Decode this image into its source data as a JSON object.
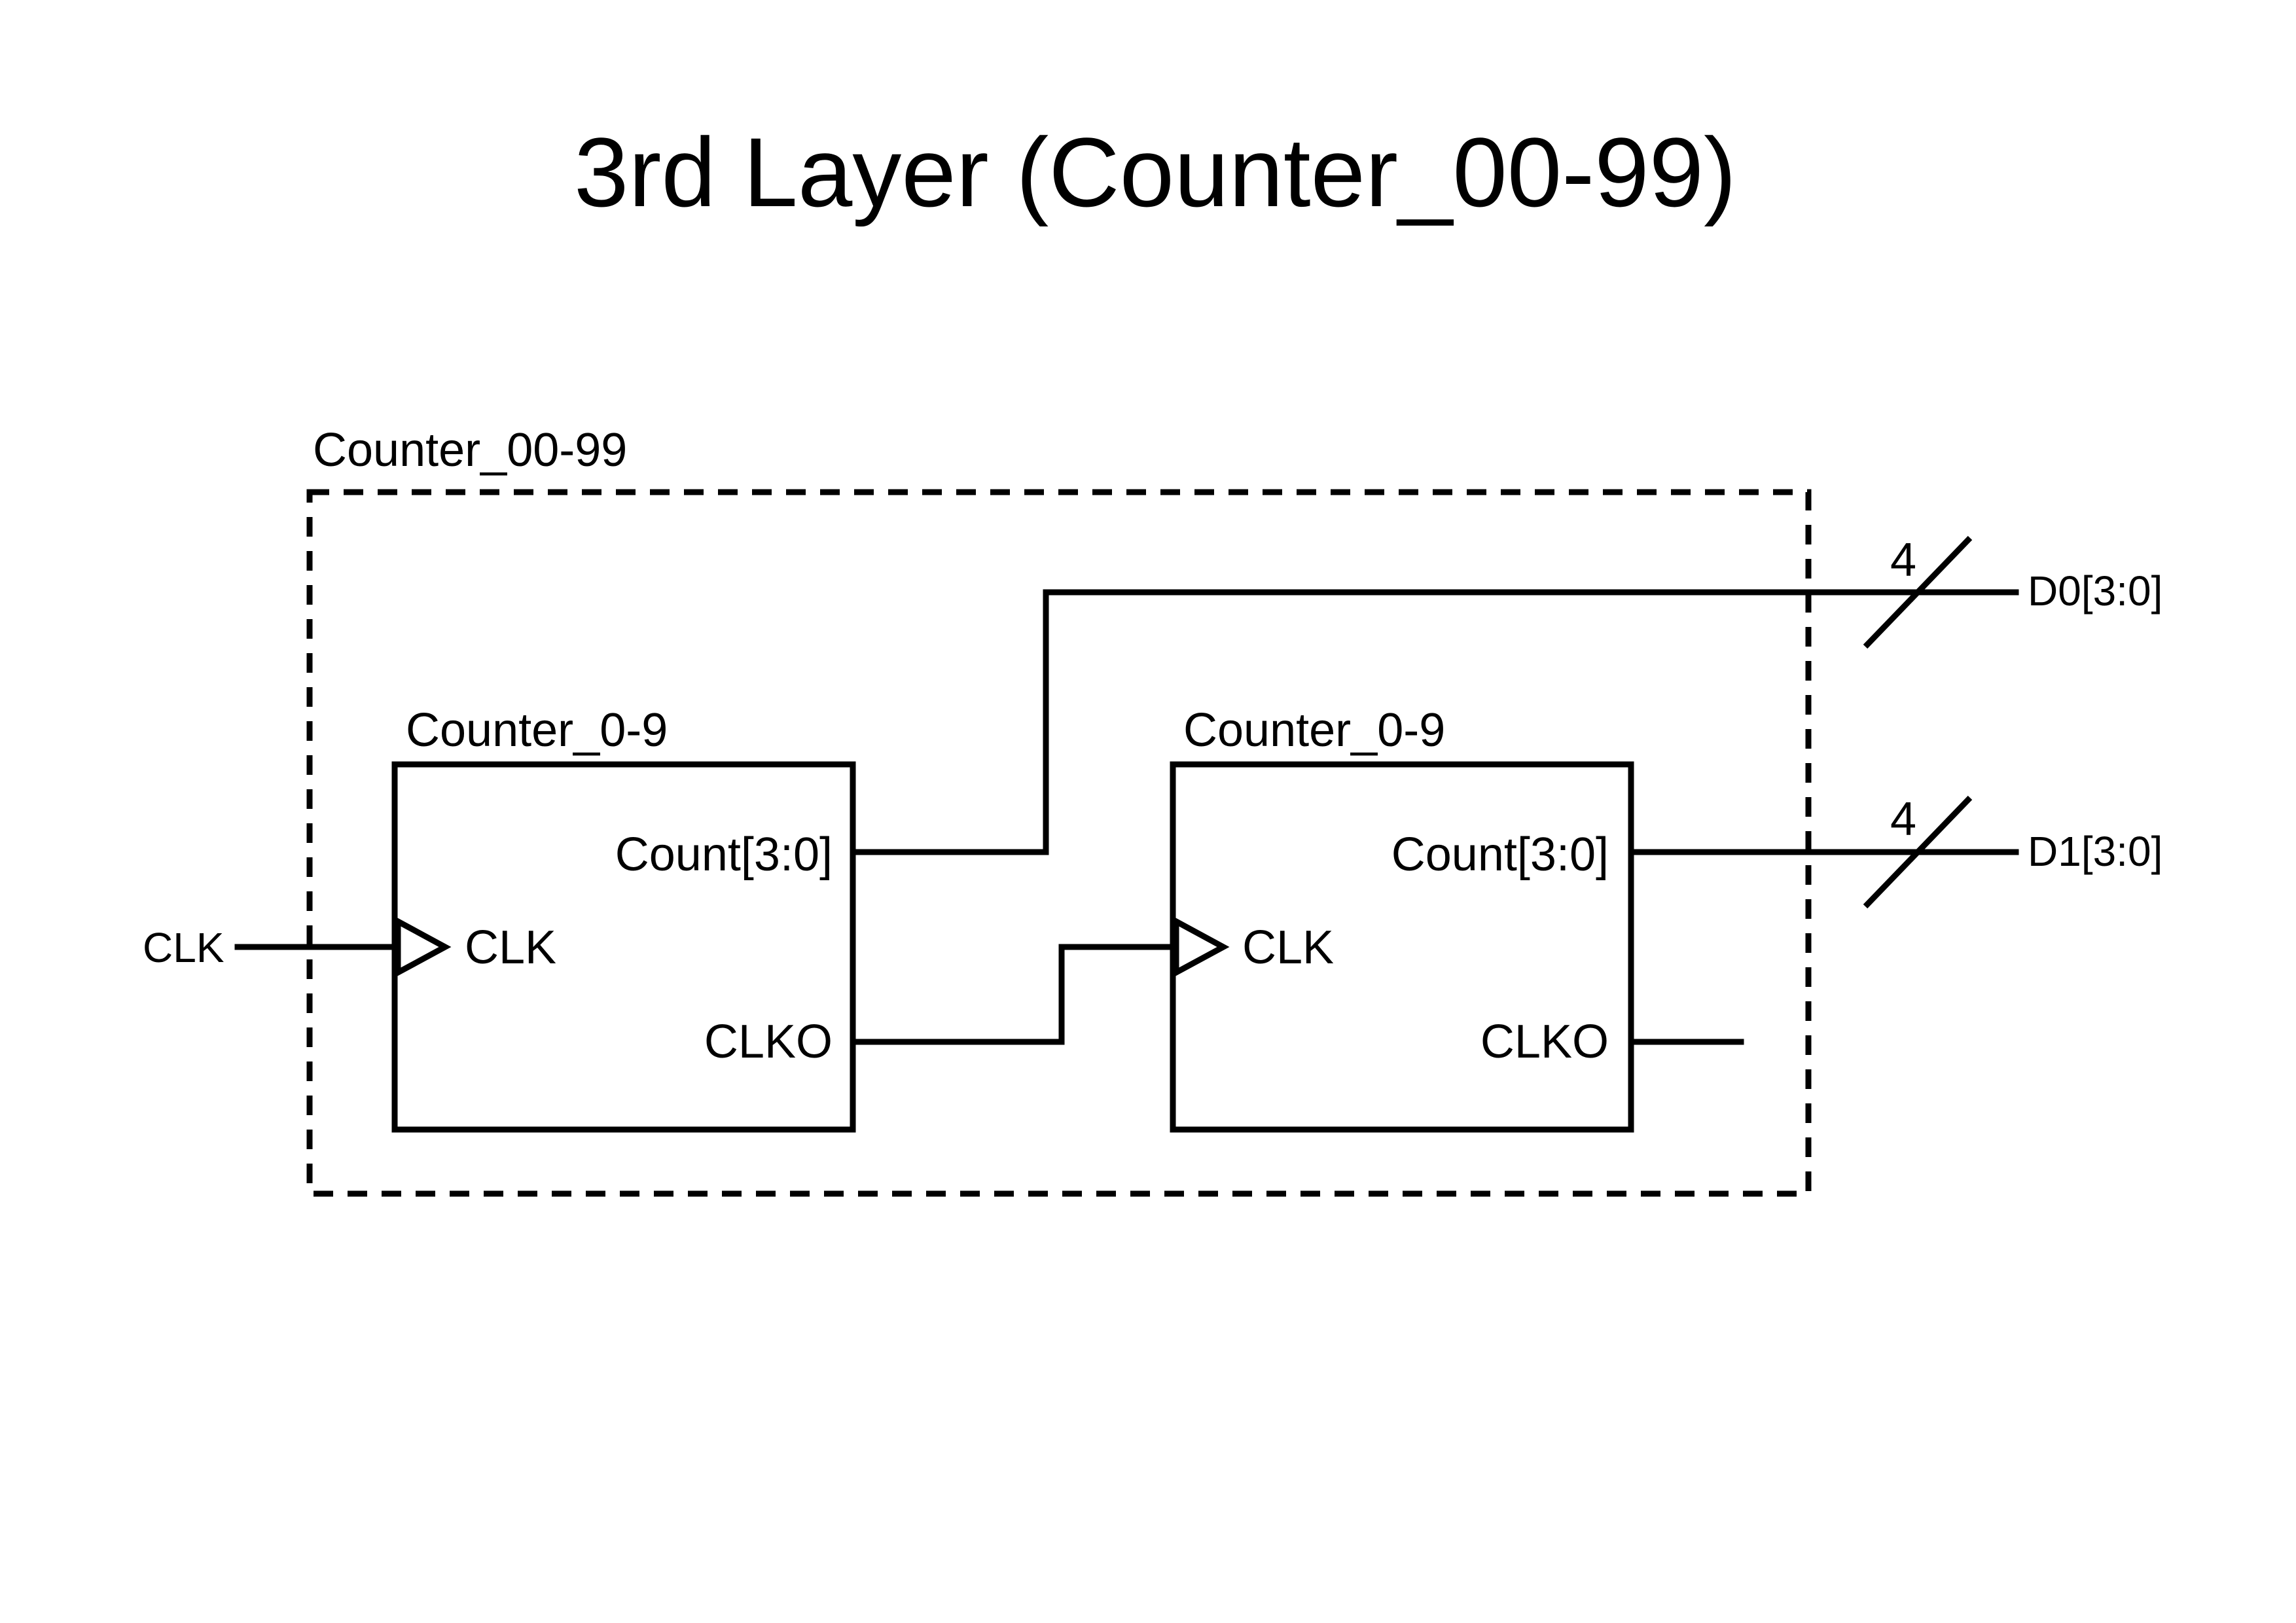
{
  "title": "3rd Layer (Counter_00-99)",
  "outer_module": {
    "label": "Counter_00-99"
  },
  "input": {
    "label": "CLK"
  },
  "counters": [
    {
      "label": "Counter_0-9",
      "port_count": "Count[3:0]",
      "port_clk": "CLK",
      "port_clko": "CLKO"
    },
    {
      "label": "Counter_0-9",
      "port_count": "Count[3:0]",
      "port_clk": "CLK",
      "port_clko": "CLKO"
    }
  ],
  "outputs": [
    {
      "label": "D0[3:0]",
      "bus_width": "4"
    },
    {
      "label": "D1[3:0]",
      "bus_width": "4"
    }
  ]
}
